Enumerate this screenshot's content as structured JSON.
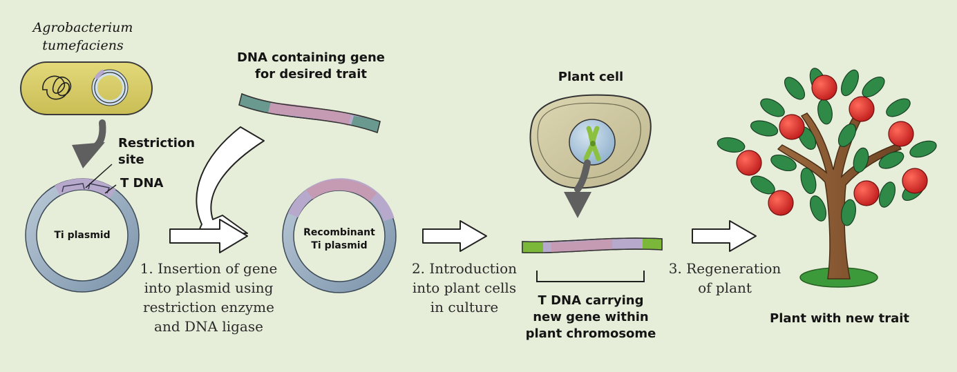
{
  "labels": {
    "agrobacterium": "Agrobacterium\ntumefaciens",
    "restriction_site": "Restriction\nsite",
    "t_dna": "T DNA",
    "ti_plasmid": "Ti plasmid",
    "dna_gene": "DNA containing gene\nfor desired trait",
    "recombinant": "Recombinant\nTi plasmid",
    "plant_cell": "Plant cell",
    "t_dna_carrying": "T DNA carrying\nnew gene within\nplant chromosome",
    "plant_new_trait": "Plant with new trait"
  },
  "steps": [
    {
      "text": "1. Insertion of gene\ninto plasmid using\nrestriction enzyme\nand DNA ligase"
    },
    {
      "text": "2. Introduction\ninto plant cells\nin culture"
    },
    {
      "text": "3. Regeneration\nof plant"
    }
  ],
  "colors": {
    "background": "#e6edd8",
    "bacterium": "#d4c965",
    "plasmid_ring": "#9fb3c6",
    "t_dna_segment": "#b7a9cc",
    "inserted_gene": "#c59ab3",
    "dna_end": "#6a9a8f",
    "plant_cell": "#cfc9a3",
    "nucleus": "#a9c4da",
    "chromosome": "#8cc13f",
    "chromosome_end": "#7bb83a",
    "dark_arrow": "#5f5f5f",
    "leaf": "#2f8a48",
    "apple": "#d42a2a",
    "trunk": "#8a5a32",
    "grass": "#3d9a3a"
  }
}
